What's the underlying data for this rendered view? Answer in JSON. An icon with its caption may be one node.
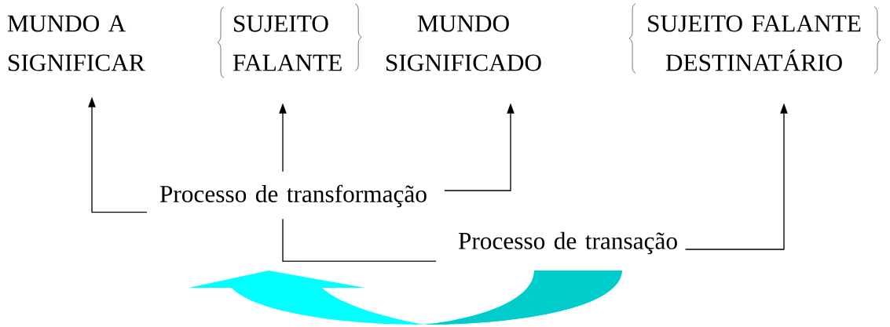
{
  "diagram": {
    "nodes": [
      {
        "text": [
          "MUNDO A SIGNIFICAR"
        ]
      },
      {
        "text": [
          "SUJEITO FALANTE"
        ]
      },
      {
        "text": [
          "MUNDO SIGNIFICADO"
        ]
      },
      {
        "text": [
          "SUJEITO FALANTE DESTINATÁRIO"
        ]
      },
      {
        "text": [
          "Processo de transformação"
        ]
      },
      {
        "text": [
          "Processo de transação"
        ]
      }
    ],
    "edges": [
      {
        "from": 4,
        "to": 0,
        "arrow": "to"
      },
      {
        "from": 4,
        "to": 1,
        "arrow": "to"
      },
      {
        "from": 4,
        "to": 2,
        "arrow": "to"
      },
      {
        "from": 4,
        "to": 5,
        "arrow": "none"
      },
      {
        "from": 5,
        "to": 3,
        "arrow": "to"
      }
    ]
  }
}
